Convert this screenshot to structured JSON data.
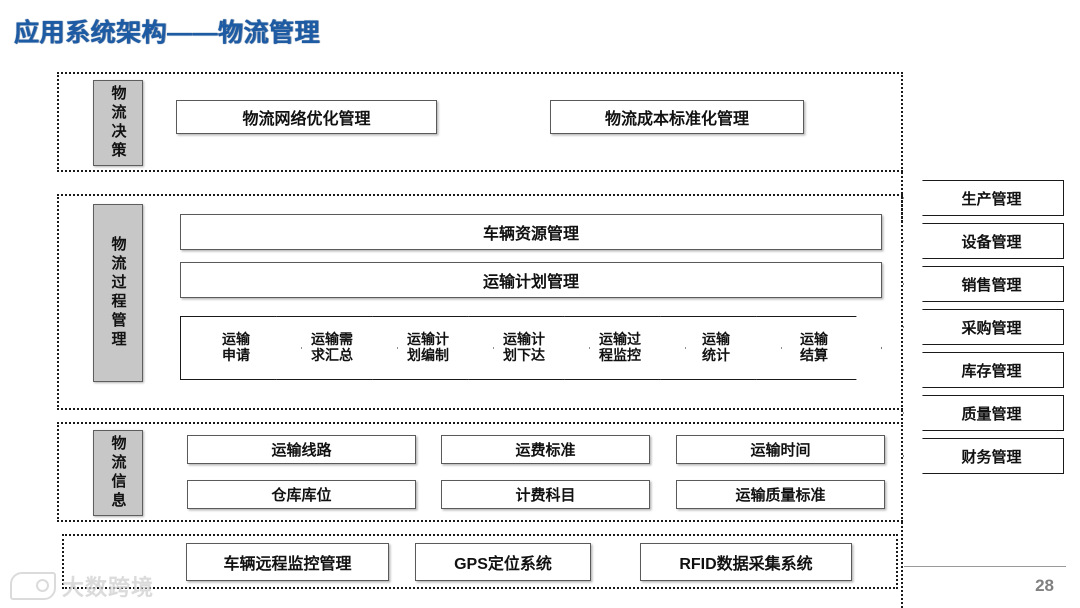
{
  "slide": {
    "title": "应用系统架构——物流管理",
    "page_number": "28",
    "watermark": "大数跨境",
    "title_color": "#1d5ba4",
    "label_fill": "#c7c7c7"
  },
  "sections": [
    {
      "id": "decision",
      "label": "物流决策",
      "items": [
        "物流网络优化管理",
        "物流成本标准化管理"
      ]
    },
    {
      "id": "process",
      "label": "物流过程管理",
      "bars": [
        "车辆资源管理",
        "运输计划管理"
      ],
      "flow": [
        "运输申请",
        "运输需求汇总",
        "运输计划编制",
        "运输计划下达",
        "运输过程监控",
        "运输统计",
        "运输结算"
      ],
      "flow_lines": [
        [
          "运输",
          "申请"
        ],
        [
          "运输需",
          "求汇总"
        ],
        [
          "运输计",
          "划编制"
        ],
        [
          "运输计",
          "划下达"
        ],
        [
          "运输过",
          "程监控"
        ],
        [
          "运输",
          "统计"
        ],
        [
          "运输",
          "结算"
        ]
      ]
    },
    {
      "id": "information",
      "label": "物流信息",
      "row1": [
        "运输线路",
        "运费标准",
        "运输时间"
      ],
      "row2": [
        "仓库库位",
        "计费科目",
        "运输质量标准"
      ]
    },
    {
      "id": "infrastructure",
      "label": "",
      "items": [
        "车辆远程监控管理",
        "GPS定位系统",
        "RFID数据采集系统"
      ]
    }
  ],
  "side_modules": [
    "生产管理",
    "设备管理",
    "销售管理",
    "采购管理",
    "库存管理",
    "质量管理",
    "财务管理"
  ]
}
